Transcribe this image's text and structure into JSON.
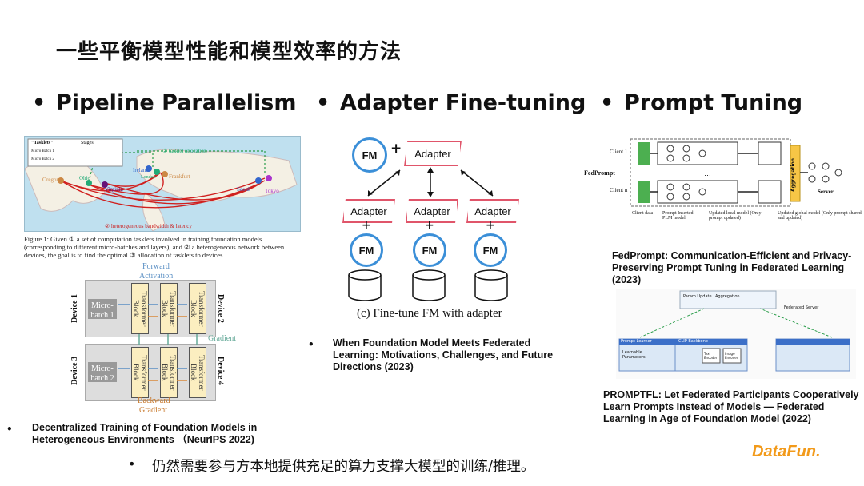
{
  "title": "一些平衡模型性能和模型效率的方法",
  "sections": {
    "pipeline": {
      "heading": "Pipeline Parallelism"
    },
    "adapter": {
      "heading": "Adapter Fine-tuning"
    },
    "prompt": {
      "heading": "Prompt Tuning"
    }
  },
  "bullet_char": "•",
  "pipeline_fig": {
    "map_labels": {
      "tasklets": "\"Tasklets\"",
      "stages": "Stages",
      "micro_batch_1": "Micro Batch 1",
      "micro_batch_2": "Micro Batch 2",
      "tasklet_allocation": "② tasklet allocation",
      "hetero": "② heterogeneous bandwidth & latency",
      "oregon": "Oregon",
      "ohio": "Ohio",
      "virginia": "Virginia",
      "ireland": "Ireland",
      "london": "London",
      "frankfurt": "Frankfurt",
      "seoul": "Seoul",
      "tokyo": "Tokyo"
    },
    "caption": "Figure 1: Given ① a set of computation tasklets involved in training foundation models (corresponding to different micro-batches and layers), and ② a heterogeneous network between devices, the goal is to find the optimal ③ allocation of tasklets to devices.",
    "forward": "Forward",
    "activation": "Activation",
    "gradient": "Gradient",
    "backward": "Backward",
    "backward_gradient": "Gradient",
    "device1": "Device 1",
    "device2": "Device 2",
    "device3": "Device 3",
    "device4": "Device 4",
    "micro_batch_1": "Micro-\nbatch 1",
    "micro_batch_2": "Micro-\nbatch 2",
    "block": "Transformer Block",
    "paper": "Decentralized Training of Foundation Models in Heterogeneous Environments （NeurIPS 2022)"
  },
  "adapter_fig": {
    "fm": "FM",
    "plus": "+",
    "adapter": "Adapter",
    "caption": "(c) Fine-tune FM with adapter",
    "paper": "When Foundation Model Meets Federated Learning: Motivations, Challenges, and Future Directions (2023)"
  },
  "prompt_fig": {
    "client1": "Client 1",
    "clientn": "Client n",
    "fedprompt": "FedPrompt",
    "aggregation": "Aggregation",
    "server": "Server",
    "client_data": "Client data",
    "prompt_inserted": "Prompt Inserted PLM model",
    "updated_local": "Updated local model (Only prompt updated)",
    "updated_global": "Updated global model (Only prompt shared and updated)",
    "paper1": "FedPrompt: Communication-Efficient and Privacy-Preserving Prompt Tuning in Federated Learning (2023)",
    "promptfl_labels": {
      "prompt_learner": "Prompt Learner",
      "clip_backbone": "CLIP Backbone",
      "learnable": "Learnable Parameters",
      "text_encoder": "Text Encoder",
      "image_encoder": "Image Encoder",
      "fed_server": "Federated Server",
      "param_update": "Param Update",
      "aggregation": "Aggregation"
    },
    "paper2": "PROMPTFL: Let Federated Participants Cooperatively Learn Prompts Instead of Models — Federated Learning in Age of Foundation Model (2022)"
  },
  "bottom_note": "仍然需要参与方本地提供充足的算力支撑大模型的训练/推理。",
  "logo": "DataFun.",
  "colors": {
    "accent_blue": "#3b8fd8",
    "adapter_red": "#e0556a",
    "block_yellow": "#fbeec0",
    "logo_orange": "#f29a1a"
  }
}
